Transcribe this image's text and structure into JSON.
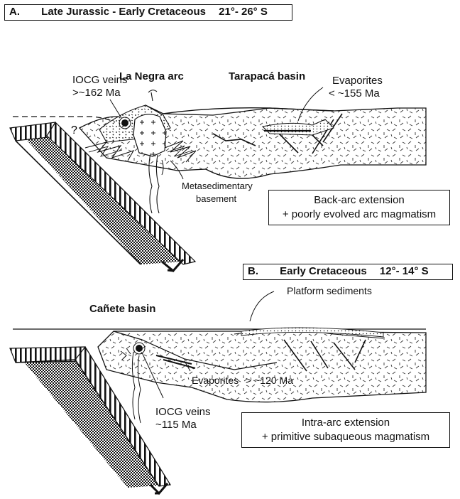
{
  "panel_a": {
    "letter": "A.",
    "title": "Late Jurassic - Early Cretaceous",
    "latitude": "21°- 26° S",
    "arc_label": "La Negra arc",
    "basin_label": "Tarapacá basin",
    "iocg_title": "IOCG veins",
    "iocg_age": ">~162 Ma",
    "evaporites_title": "Evaporites",
    "evaporites_age": "< ~155 Ma",
    "question_mark": "?",
    "basement_line1": "Metasedimentary",
    "basement_line2": "basement",
    "box_line1": "Back-arc extension",
    "box_line2": "+ poorly evolved arc magmatism"
  },
  "panel_b": {
    "letter": "B.",
    "title": "Early Cretaceous",
    "latitude": "12°- 14° S",
    "basin_label": "Cañete basin",
    "platform_label": "Platform sediments",
    "evaporites_label": "Evaporites",
    "evaporites_age": "> ~120 Ma",
    "iocg_title": "IOCG veins",
    "iocg_age": "~115 Ma",
    "box_line1": "Intra-arc extension",
    "box_line2": "+ primitive subaqueous magmatism"
  }
}
